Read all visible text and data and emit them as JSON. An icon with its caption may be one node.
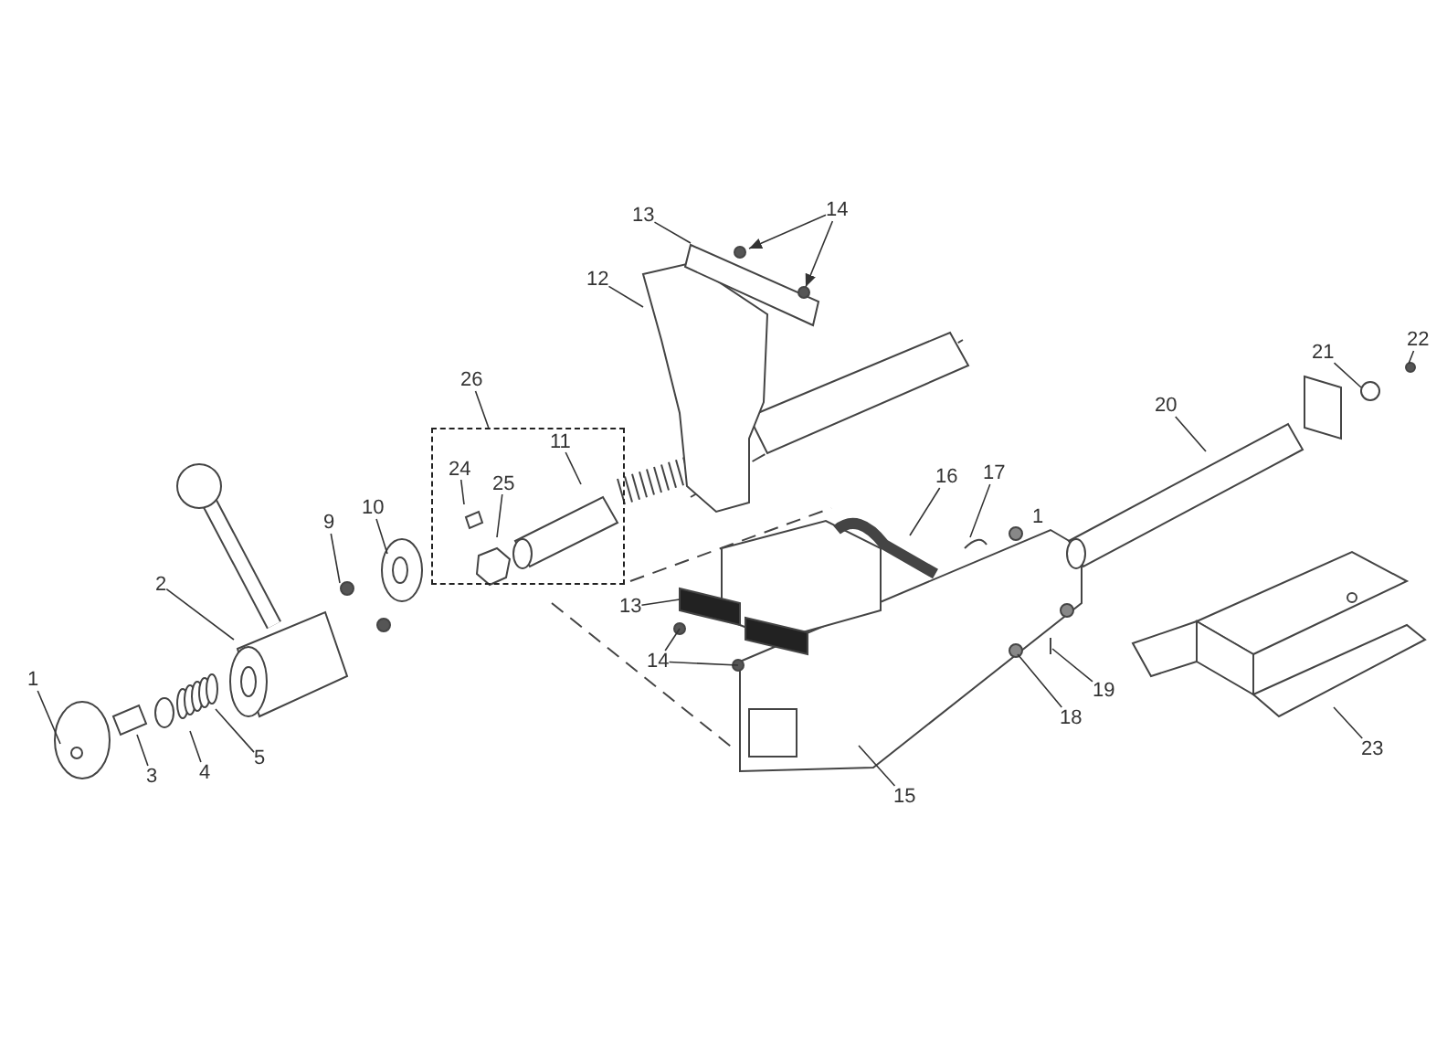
{
  "diagram": {
    "nodes": [
      {
        "text": [
          "13"
        ]
      },
      {
        "text": [
          "14"
        ]
      },
      {
        "text": [
          "12"
        ]
      },
      {
        "text": [
          "22"
        ]
      },
      {
        "text": [
          "21"
        ]
      },
      {
        "text": [
          "26"
        ]
      },
      {
        "text": [
          "20"
        ]
      },
      {
        "text": [],
        "shape": "box"
      },
      {
        "text": [
          "24"
        ],
        "in": 7
      },
      {
        "text": [
          "25"
        ],
        "in": 7
      },
      {
        "text": [
          "11"
        ],
        "in": 7
      },
      {
        "text": [
          "16"
        ]
      },
      {
        "text": [
          "17"
        ]
      },
      {
        "text": [
          "9"
        ]
      },
      {
        "text": [
          "10"
        ]
      },
      {
        "text": [
          "2"
        ]
      },
      {
        "text": [
          "13"
        ]
      },
      {
        "text": [
          "14"
        ]
      },
      {
        "text": [
          "1"
        ]
      },
      {
        "text": [
          "18"
        ]
      },
      {
        "text": [
          "19"
        ]
      },
      {
        "text": [
          "15"
        ]
      },
      {
        "text": [
          "23"
        ]
      },
      {
        "text": [
          "3"
        ]
      },
      {
        "text": [
          "4"
        ]
      },
      {
        "text": [
          "5"
        ]
      }
    ],
    "edges": [
      {
        "from": 0,
        "to": null,
        "arrow": "none"
      },
      {
        "from": 1,
        "to": null,
        "arrow": "to"
      },
      {
        "from": 1,
        "to": null,
        "arrow": "to"
      },
      {
        "from": 2,
        "to": null,
        "arrow": "none"
      },
      {
        "from": 3,
        "to": null,
        "arrow": "none"
      },
      {
        "from": 4,
        "to": null,
        "arrow": "none"
      },
      {
        "from": 5,
        "to": 7,
        "arrow": "none"
      },
      {
        "from": 6,
        "to": null,
        "arrow": "none"
      },
      {
        "from": 8,
        "to": null,
        "arrow": "none"
      },
      {
        "from": 9,
        "to": null,
        "arrow": "none"
      },
      {
        "from": 10,
        "to": null,
        "arrow": "none"
      },
      {
        "from": 11,
        "to": null,
        "arrow": "none"
      },
      {
        "from": 12,
        "to": null,
        "arrow": "none"
      },
      {
        "from": 13,
        "to": null,
        "arrow": "none"
      },
      {
        "from": 14,
        "to": null,
        "arrow": "none"
      },
      {
        "from": 15,
        "to": null,
        "arrow": "none"
      },
      {
        "from": 16,
        "to": null,
        "arrow": "none"
      },
      {
        "from": 17,
        "to": null,
        "arrow": "none"
      },
      {
        "from": 17,
        "to": null,
        "arrow": "none"
      },
      {
        "from": 18,
        "to": null,
        "arrow": "none"
      },
      {
        "from": 19,
        "to": null,
        "arrow": "none"
      },
      {
        "from": 20,
        "to": null,
        "arrow": "none"
      },
      {
        "from": 21,
        "to": null,
        "arrow": "none"
      },
      {
        "from": 22,
        "to": null,
        "arrow": "none"
      },
      {
        "from": 23,
        "to": null,
        "arrow": "none"
      },
      {
        "from": 24,
        "to": null,
        "arrow": "none"
      },
      {
        "from": 25,
        "to": null,
        "arrow": "none"
      }
    ],
    "labels": [
      "1"
    ]
  }
}
